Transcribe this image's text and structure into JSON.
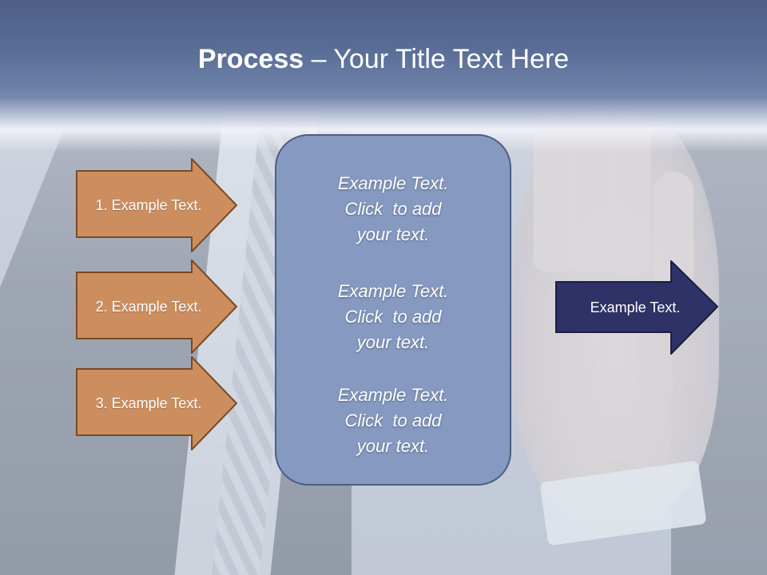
{
  "title": {
    "bold": "Process",
    "rest": " – Your Title Text Here"
  },
  "left_arrows": [
    {
      "label": "1. Example Text."
    },
    {
      "label": "2. Example Text."
    },
    {
      "label": "3. Example Text."
    }
  ],
  "center_blocks": [
    {
      "lines": [
        "Example Text.",
        "Click  to add",
        "your text."
      ]
    },
    {
      "lines": [
        "Example Text.",
        "Click  to add",
        "your text."
      ]
    },
    {
      "lines": [
        "Example Text.",
        "Click  to add",
        "your text."
      ]
    }
  ],
  "right_arrow": {
    "label": "Example Text."
  },
  "colors": {
    "left_arrow_fill": "#cd8e5f",
    "left_arrow_stroke": "#7a4a22",
    "center_fill": "#8599c1",
    "right_arrow_fill": "#2f3266",
    "header": "#5a6e97"
  },
  "icons": {
    "left_arrows": "arrow-right-shape",
    "right_arrow": "arrow-right-shape"
  }
}
